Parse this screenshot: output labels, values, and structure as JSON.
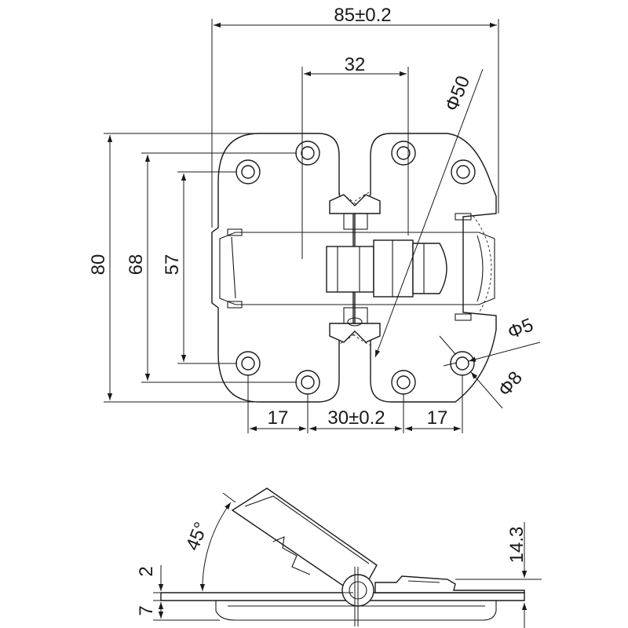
{
  "dimensions": {
    "overall_width": "85±0.2",
    "hole_spacing_top": "32",
    "arc_diameter": "Φ50",
    "overall_height": "80",
    "hole_height_outer": "68",
    "hole_height_inner": "57",
    "hole_diameter": "Φ5",
    "counterbore_diameter": "Φ8",
    "left_offset": "17",
    "center_spacing": "30±0.2",
    "right_offset": "17",
    "open_angle": "45°",
    "side_height": "14.3",
    "plate_step": "2",
    "plate_thickness": "7"
  }
}
